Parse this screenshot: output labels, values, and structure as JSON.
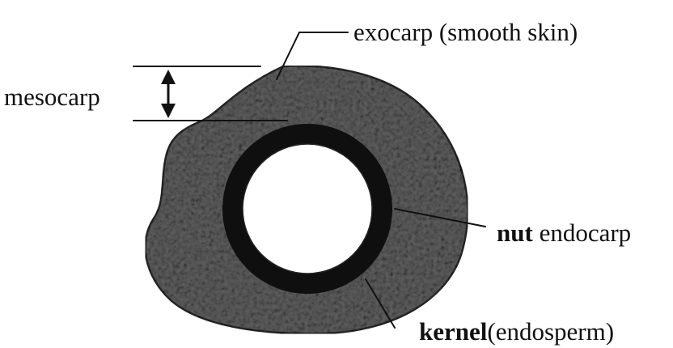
{
  "labels": {
    "exocarp": "exocarp (smooth skin)",
    "mesocarp": "mesocarp",
    "nut_bold": "nut",
    "nut_rest": " endocarp",
    "kernel_bold": "kernel",
    "kernel_rest": "(endosperm)"
  },
  "colors": {
    "flesh": "#5f5f5f",
    "shell": "#0f0f0f",
    "kernel": "#ffffff",
    "ink": "#111111"
  }
}
